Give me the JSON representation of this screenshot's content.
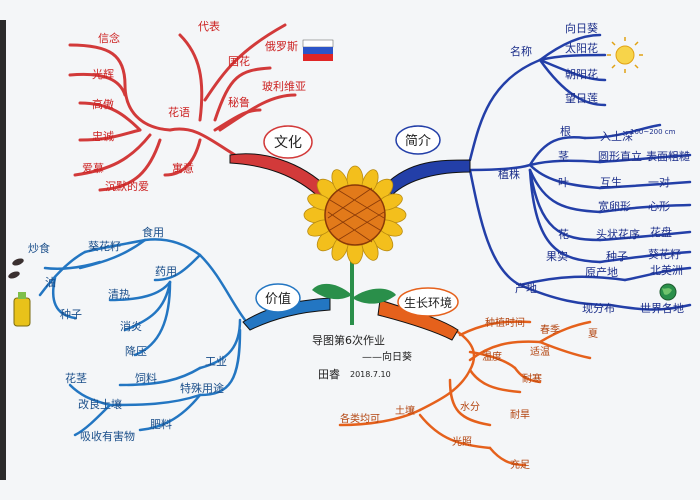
{
  "center": {
    "caption": "导图第6次作业",
    "subcaption": "——向日葵",
    "author": "田睿",
    "date": "2018.7.10"
  },
  "colors": {
    "culture": "#d23a3a",
    "plant": "#233fa8",
    "value": "#2376c2",
    "environment": "#e5611c",
    "petal": "#f3bf1c",
    "seed": "#e27a1a",
    "stem": "#2a8f4a"
  },
  "branches": {
    "culture": {
      "label": "文化",
      "flower_language": {
        "label": "花语",
        "items": [
          "信念",
          "光辉",
          "高傲",
          "忠诚",
          "爱慕",
          "沉默的爱"
        ]
      },
      "extra": {
        "items": [
          "国花",
          "代表",
          "俄罗斯",
          "秘鲁",
          "玻利维亚",
          "寓意"
        ]
      }
    },
    "plant": {
      "label": "植株",
      "names": {
        "label": "名称",
        "items": [
          "向日葵",
          "太阳花",
          "朝阳花",
          "望日莲"
        ]
      },
      "parts": [
        {
          "label": "根",
          "detail": "入土深",
          "note": "100~200 cm"
        },
        {
          "label": "茎",
          "detail": "圆形直立",
          "note": "表面粗糙"
        },
        {
          "label": "叶",
          "detail": "互生",
          "note": "一对"
        },
        {
          "label": "",
          "detail": "宽卵形",
          "note": "心形"
        },
        {
          "label": "花",
          "detail": "头状花序",
          "note": "花盘"
        },
        {
          "label": "果实",
          "detail": "种子",
          "note": "葵花籽"
        }
      ],
      "origin": {
        "label": "产地",
        "items": [
          "原产地",
          "北美洲",
          "现分布",
          "世界各地"
        ]
      },
      "top_label": "简介"
    },
    "value": {
      "label": "价值",
      "food": {
        "label": "食用",
        "items": [
          "葵花籽",
          "油",
          "炒食"
        ]
      },
      "medicine": {
        "label": "药用",
        "items": [
          "清热",
          "消炎",
          "降压"
        ]
      },
      "industry": {
        "label": "工业",
        "items": [
          "饲料",
          "肥料"
        ]
      },
      "special": {
        "label": "特殊用途",
        "items": [
          "改良土壤",
          "吸收有害物"
        ]
      },
      "misc": [
        "花茎",
        "种子"
      ]
    },
    "environment": {
      "label": "生长环境",
      "time": {
        "label": "种植时间",
        "items": [
          "春季",
          "夏"
        ]
      },
      "temperature": {
        "label": "温度",
        "items": [
          "适温",
          "耐寒"
        ]
      },
      "soil": {
        "label": "土壤",
        "items": [
          "各类均可"
        ]
      },
      "water": {
        "label": "水分",
        "items": [
          "耐旱"
        ]
      },
      "light": {
        "label": "光照",
        "items": [
          "充足"
        ]
      }
    }
  }
}
